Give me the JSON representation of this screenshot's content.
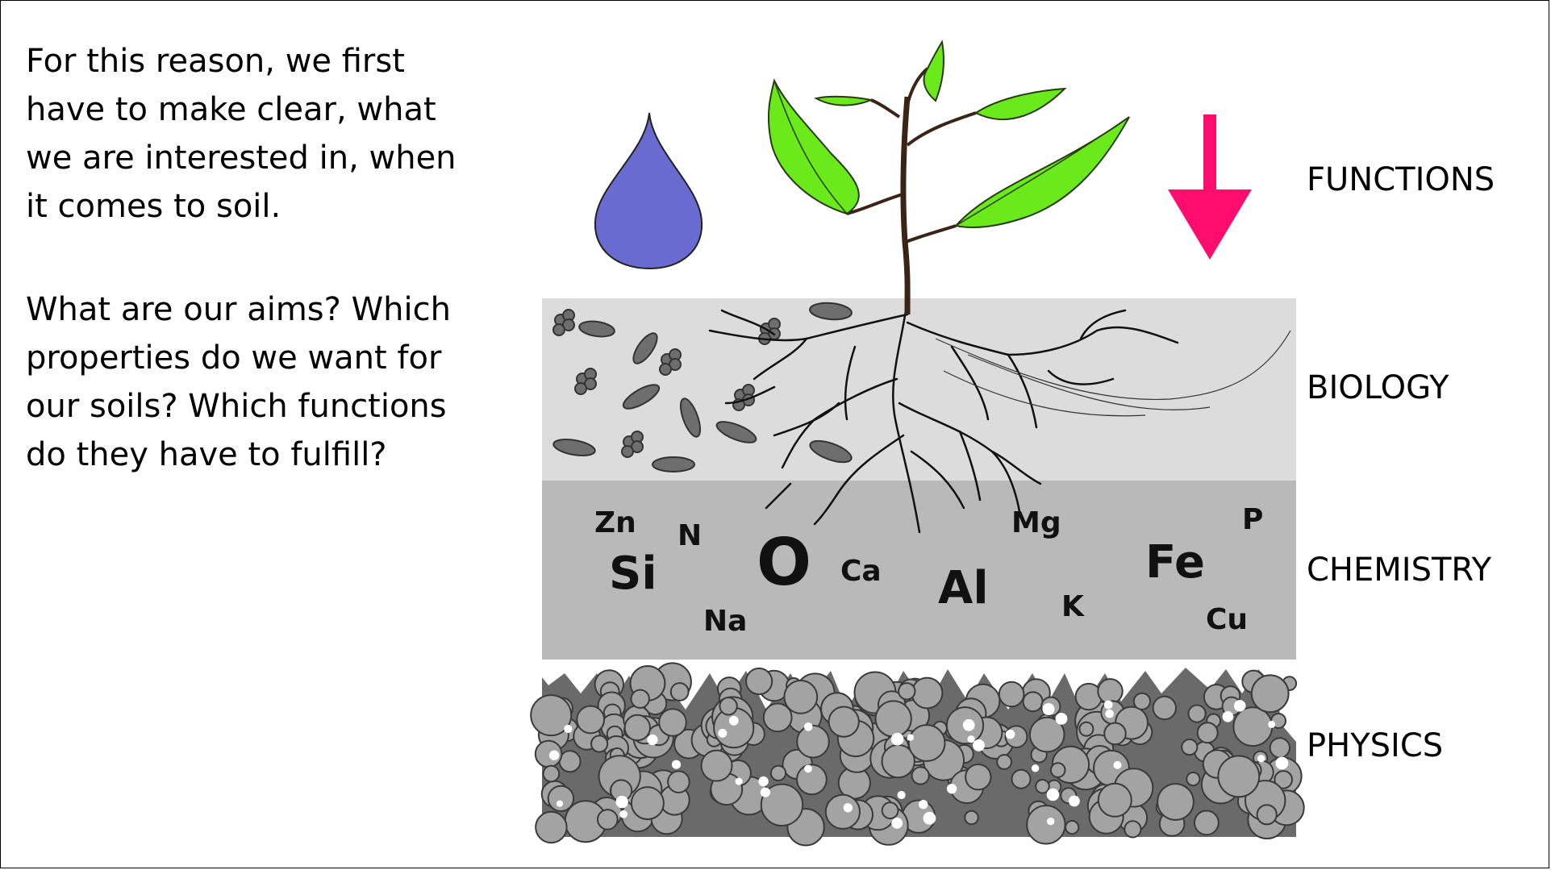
{
  "text": {
    "paragraph1": "For this reason, we first have to make clear, what we are interested in, when it comes to soil.",
    "paragraph2": "What are our aims? Which properties do we want for our soils? Which functions do they have to fulfill?"
  },
  "layers": {
    "functions": "FUNCTIONS",
    "biology": "BIOLOGY",
    "chemistry": "CHEMISTRY",
    "physics": "PHYSICS"
  },
  "elements": [
    {
      "symbol": "Zn",
      "size": "small"
    },
    {
      "symbol": "N",
      "size": "small"
    },
    {
      "symbol": "Si",
      "size": "medium"
    },
    {
      "symbol": "O",
      "size": "large"
    },
    {
      "symbol": "Ca",
      "size": "small"
    },
    {
      "symbol": "Na",
      "size": "small"
    },
    {
      "symbol": "Al",
      "size": "medium"
    },
    {
      "symbol": "Mg",
      "size": "small"
    },
    {
      "symbol": "K",
      "size": "small"
    },
    {
      "symbol": "Fe",
      "size": "medium"
    },
    {
      "symbol": "P",
      "size": "small"
    },
    {
      "symbol": "Cu",
      "size": "small"
    }
  ],
  "colors": {
    "biology_layer": "#dcdcdc",
    "chemistry_layer": "#b9b9b9",
    "physics_layer": "#6a6a6a",
    "water_drop": "#6a6bd0",
    "leaf": "#6aea1a",
    "arrow": "#ff0d6e",
    "stem": "#3a2416",
    "particle": "#a3a3a3",
    "bacteria": "#6e6e6e"
  },
  "icons": {
    "water": "water-drop-icon",
    "plant": "plant-icon",
    "arrow": "down-arrow-icon"
  }
}
